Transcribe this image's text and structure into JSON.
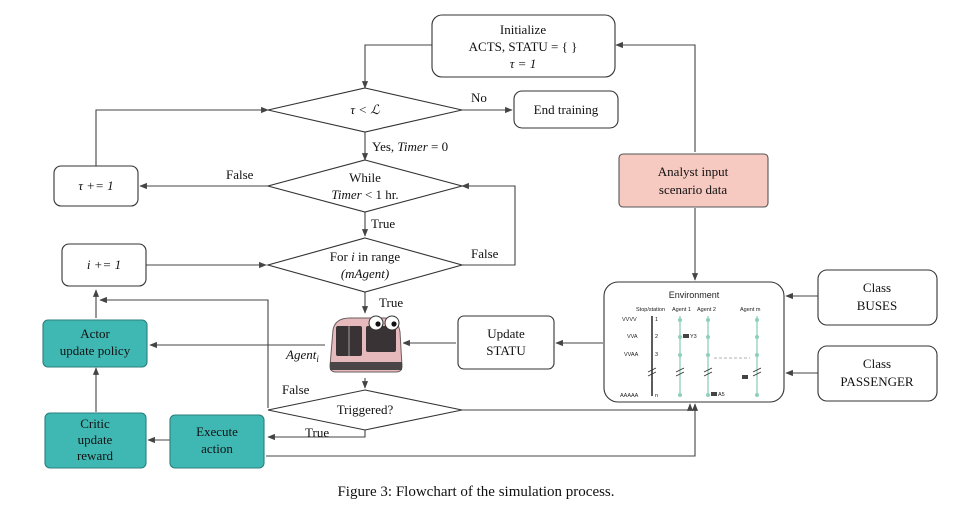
{
  "nodes": {
    "initialize": {
      "line1": "Initialize",
      "line2": "ACTS, STATU = { }",
      "line3": "τ = 1"
    },
    "tau_check": {
      "label": "τ < ℒ"
    },
    "end_training": {
      "label": "End training"
    },
    "while_timer": {
      "line1": "While",
      "line2_italic": "Timer",
      "line2_rest": " < 1 hr."
    },
    "tau_inc": {
      "label": "τ += 1"
    },
    "for_agent": {
      "line1_a": "For ",
      "line1_i": "i",
      "line1_b": " in range",
      "line2": "(mAgent)"
    },
    "i_inc": {
      "label": "i += 1"
    },
    "analyst": {
      "line1": "Analyst input",
      "line2": "scenario data"
    },
    "environment": {
      "title": "Environment",
      "col_stop": "Stop/station",
      "col_agent1": "Agent 1",
      "col_agent2": "Agent 2",
      "col_agentn": "Agent m",
      "row1": "VVVV",
      "row2": "VVA",
      "row3": "VVAA",
      "row4": "AAAAA",
      "stop1": "1",
      "stop2": "2",
      "stop3": "3",
      "stopn": "n",
      "tag1": "Y3",
      "tag2": "A5"
    },
    "class_buses": {
      "line1": "Class",
      "line2": "BUSES"
    },
    "class_passenger": {
      "line1": "Class",
      "line2": "PASSENGER"
    },
    "update_statu": {
      "line1": "Update",
      "line2": "STATU"
    },
    "agent": {
      "label_main": "Agent",
      "label_sub": "i"
    },
    "actor": {
      "line1": "Actor",
      "line2": "update policy"
    },
    "triggered": {
      "label": "Triggered?"
    },
    "execute": {
      "line1": "Execute",
      "line2": "action"
    },
    "critic": {
      "line1": "Critic",
      "line2": "update",
      "line3": "reward"
    }
  },
  "edge_labels": {
    "no": "No",
    "yes_a": "Yes, ",
    "yes_timer": "Timer",
    "yes_b": " = 0",
    "false_while": "False",
    "true_while": "True",
    "false_for": "False",
    "true_for": "True",
    "false_trig": "False",
    "true_trig": "True"
  },
  "caption": {
    "label": "Figure 3:",
    "text": "Flowchart of the simulation process."
  },
  "colors": {
    "teal": "#3fb8b4",
    "pink": "#f6c9c1"
  }
}
